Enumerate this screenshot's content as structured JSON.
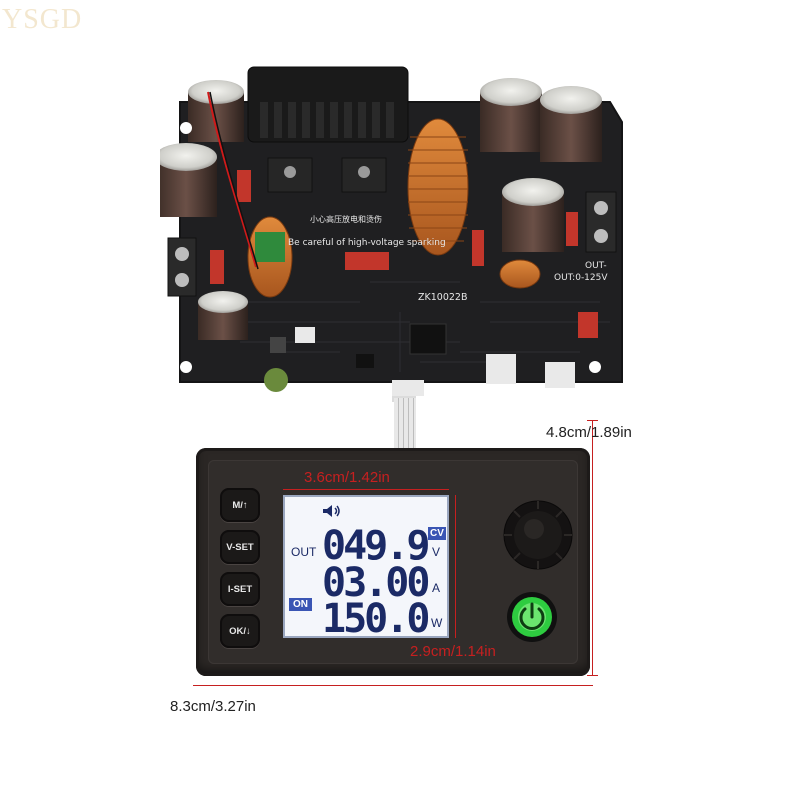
{
  "watermark": "YSGD",
  "board": {
    "silkscreen_warning_cn": "小心高压放电和烫伤",
    "silkscreen_warning_en": "Be careful of high-voltage sparking",
    "model": "ZK10022B",
    "output_label": "OUT-",
    "output_range": "OUT:0-125V"
  },
  "dimensions": {
    "board_height": "4.8cm/1.89in",
    "lcd_width": "3.6cm/1.42in",
    "lcd_height": "2.9cm/1.14in",
    "panel_width": "8.3cm/3.27in"
  },
  "buttons": {
    "m": "M/↑",
    "vset": "V-SET",
    "iset": "I-SET",
    "ok": "OK/↓"
  },
  "display": {
    "out_label": "OUT",
    "voltage": "049.9",
    "voltage_unit": "V",
    "mode": "CV",
    "current": "03.00",
    "current_unit": "A",
    "status": "ON",
    "power": "150.0",
    "power_unit": "W"
  },
  "colors": {
    "dimension_red": "#c62020",
    "lcd_digits": "#1b2a66",
    "power_button_green": "#2ecc40"
  }
}
